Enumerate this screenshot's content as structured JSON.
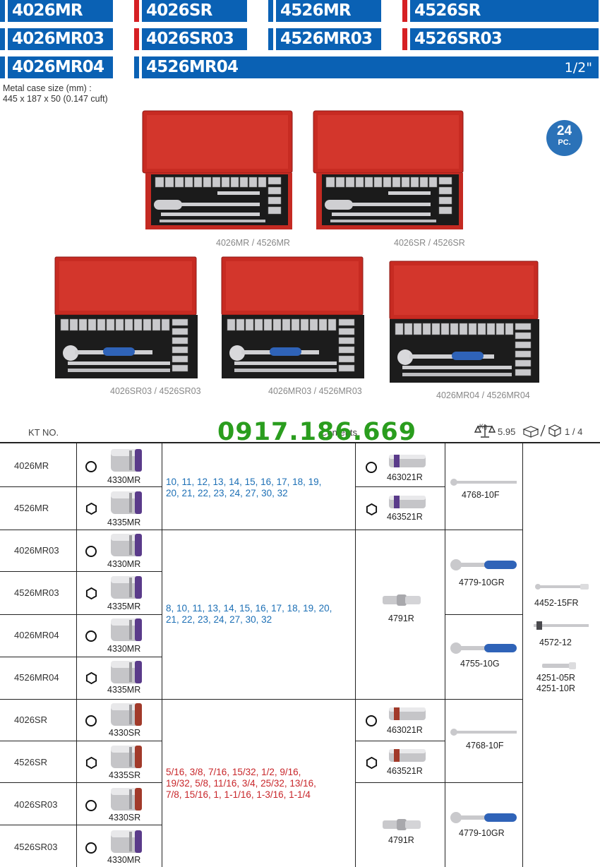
{
  "header_tags": [
    {
      "label": "4026MR",
      "accent": "blue"
    },
    {
      "label": "4026SR",
      "accent": "red"
    },
    {
      "label": "4526MR",
      "accent": "blue"
    },
    {
      "label": "4526SR",
      "accent": "red"
    },
    {
      "label": "4026MR03",
      "accent": "blue"
    },
    {
      "label": "4026SR03",
      "accent": "red"
    },
    {
      "label": "4526MR03",
      "accent": "blue"
    },
    {
      "label": "4526SR03",
      "accent": "red"
    },
    {
      "label": "4026MR04",
      "accent": "blue"
    },
    {
      "label": "4526MR04",
      "accent": "blue"
    }
  ],
  "drive_size": "1/2\"",
  "metal_case": {
    "line1": "Metal case size (mm) :",
    "line2": "445 x 187 x 50 (0.147 cuft)"
  },
  "pieces": {
    "number": "24",
    "unit": "PC."
  },
  "captions": [
    "4026MR / 4526MR",
    "4026SR / 4526SR",
    "4026SR03 / 4526SR03",
    "4026MR03 / 4526MR03",
    "4026MR04 / 4526MR04"
  ],
  "table_header": {
    "kt_no": "KT NO.",
    "contents": "Contents",
    "phone": "0917.186.669",
    "weight": "5.95",
    "qty": "1 / 4",
    "kg": "Kg"
  },
  "rows": [
    {
      "kt": "4026MR",
      "socket": "4330MR"
    },
    {
      "kt": "4526MR",
      "socket": "4335MR"
    },
    {
      "kt": "4026MR03",
      "socket": "4330MR"
    },
    {
      "kt": "4526MR03",
      "socket": "4335MR"
    },
    {
      "kt": "4026MR04",
      "socket": "4330MR"
    },
    {
      "kt": "4526MR04",
      "socket": "4335MR"
    },
    {
      "kt": "4026SR",
      "socket": "4330SR"
    },
    {
      "kt": "4526SR",
      "socket": "4335SR"
    },
    {
      "kt": "4026SR03",
      "socket": "4330SR"
    },
    {
      "kt": "4526SR03",
      "socket": "4330MR"
    }
  ],
  "size_groups": [
    {
      "line1": "10, 11, 12, 13, 14, 15, 16, 17, 18, 19,",
      "line2": "20, 21, 22, 23, 24, 27, 30, 32"
    },
    {
      "line1": "8, 10, 11, 13, 14, 15, 16, 17, 18, 19, 20,",
      "line2": "21, 22, 23, 24, 27, 30, 32"
    },
    {
      "line1": "5/16, 3/8, 7/16, 15/32, 1/2, 9/16,",
      "line2": "19/32, 5/8, 11/16, 3/4, 25/32, 13/16,",
      "line3": "7/8, 15/16, 1, 1-1/16, 1-3/16, 1-1/4"
    }
  ],
  "col4": [
    "463021R",
    "463521R",
    "4791R",
    "463021R",
    "463521R",
    "4791R"
  ],
  "col5": [
    "4768-10F",
    "4779-10GR",
    "4755-10G",
    "4768-10F",
    "4779-10GR"
  ],
  "col6": [
    "4452-15FR",
    "4572-12",
    "4251-05R",
    "4251-10R"
  ]
}
